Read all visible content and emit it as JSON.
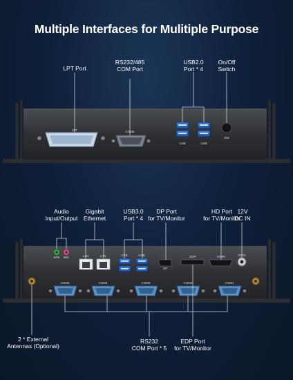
{
  "title": "Multiple Interfaces for Mulitiple Purpose",
  "top_panel": {
    "callouts": {
      "lpt": "LPT Port",
      "rs232_485": "RS232/485\nCOM Port",
      "usb20": "USB2.0\nPort * 4",
      "onoff": "On/Off\nSwitch"
    },
    "port_tags": {
      "lpt": "LPT",
      "com6": "COM6",
      "usb_left": "USB",
      "usb_right": "USB",
      "sw": "SW"
    }
  },
  "bottom_panel": {
    "callouts": {
      "audio": "Audio\nInput/Output",
      "gigabit": "Gigabit\nEthernet",
      "usb30": "USB3.0\nPort * 4",
      "dp": "DP Port\nfor TV/Monitor",
      "hd": "HD Port\nfor TV/Monitor",
      "dcin": "12V\nDC IN",
      "antennas": "2 * External\nAntennas (Optional)",
      "rs232": "RS232\nCOM Port * 5",
      "edp": "EDP Port\nfor TV/Monitor"
    },
    "port_tags": {
      "spk": "SPK",
      "mic": "MIC",
      "lan1": "LAN",
      "lan2": "LAN",
      "usb1": "USB",
      "usb2": "USB",
      "dp": "DP",
      "edp": "EDP",
      "hdmi": "HDMI",
      "dcin": "DCIN",
      "com5": "COM5",
      "com4": "COM4",
      "com3": "COM3",
      "com2": "COM2",
      "com1": "COM1"
    }
  }
}
